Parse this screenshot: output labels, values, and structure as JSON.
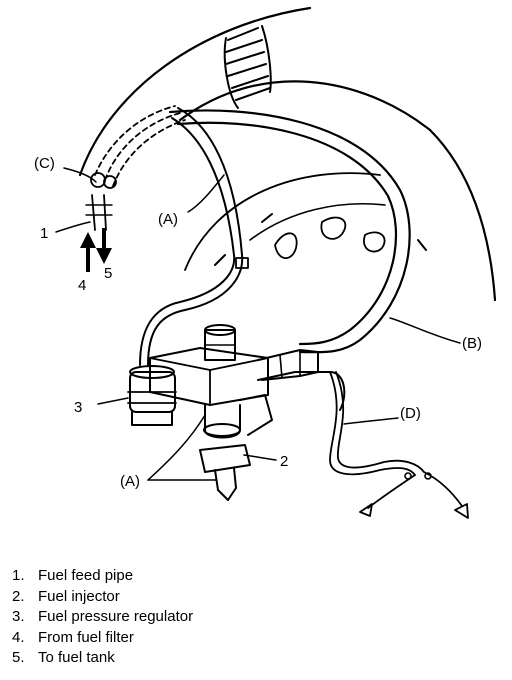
{
  "callouts": {
    "c": "(C)",
    "a_upper": "(A)",
    "a_lower": "(A)",
    "b": "(B)",
    "d": "(D)",
    "n1": "1",
    "n2": "2",
    "n3": "3",
    "n4": "4",
    "n5": "5"
  },
  "legend": [
    {
      "num": "1.",
      "text": "Fuel feed pipe"
    },
    {
      "num": "2.",
      "text": "Fuel injector"
    },
    {
      "num": "3.",
      "text": "Fuel pressure regulator"
    },
    {
      "num": "4.",
      "text": "From fuel filter"
    },
    {
      "num": "5.",
      "text": "To fuel tank"
    }
  ]
}
